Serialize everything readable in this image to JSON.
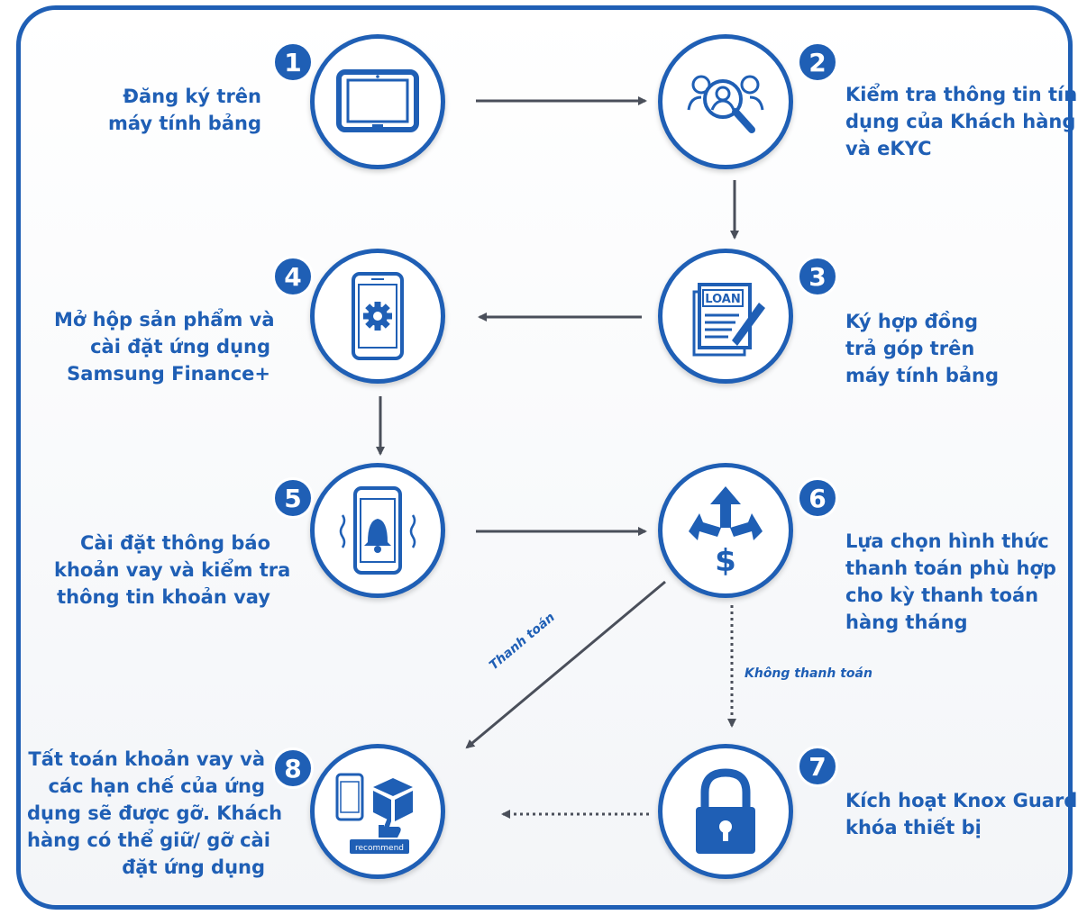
{
  "colors": {
    "brand": "#1f5fb5",
    "arrow": "#4a4f5a"
  },
  "steps": [
    {
      "number": "1",
      "icon": "tablet-icon",
      "label_lines": [
        "Đăng ký trên",
        "máy tính bảng"
      ]
    },
    {
      "number": "2",
      "icon": "people-search-icon",
      "label_lines": [
        "Kiểm tra thông tin tín",
        "dụng của Khách hàng",
        "và eKYC"
      ]
    },
    {
      "number": "3",
      "icon": "loan-document-icon",
      "icon_text": "LOAN",
      "label_lines": [
        "Ký hợp đồng",
        "trả góp trên",
        "máy tính bảng"
      ]
    },
    {
      "number": "4",
      "icon": "phone-gear-icon",
      "label_lines": [
        "Mở hộp sản phẩm và",
        "cài đặt ứng dụng",
        "Samsung Finance+"
      ]
    },
    {
      "number": "5",
      "icon": "phone-bell-icon",
      "label_lines": [
        "Cài đặt thông báo",
        "khoản vay và kiểm tra",
        "thông tin khoản vay"
      ]
    },
    {
      "number": "6",
      "icon": "payment-options-icon",
      "label_lines": [
        "Lựa chọn hình thức",
        "thanh toán phù hợp",
        "cho kỳ thanh toán",
        "hàng tháng"
      ]
    },
    {
      "number": "7",
      "icon": "padlock-icon",
      "label_lines": [
        "Kích hoạt Knox Guard",
        "khóa thiết bị"
      ]
    },
    {
      "number": "8",
      "icon": "unbox-recommend-icon",
      "icon_text": "recommend",
      "label_lines": [
        "Tất toán khoản vay và",
        "các hạn chế của ứng",
        "dụng sẽ được gỡ. Khách",
        "hàng có thể giữ/ gỡ cài",
        "đặt ứng dụng"
      ]
    }
  ],
  "edges": [
    {
      "from": "1",
      "to": "2",
      "style": "solid"
    },
    {
      "from": "2",
      "to": "3",
      "style": "solid"
    },
    {
      "from": "3",
      "to": "4",
      "style": "solid"
    },
    {
      "from": "4",
      "to": "5",
      "style": "solid"
    },
    {
      "from": "5",
      "to": "6",
      "style": "solid"
    },
    {
      "from": "6",
      "to": "8",
      "style": "solid",
      "label": "Thanh toán"
    },
    {
      "from": "6",
      "to": "7",
      "style": "dotted",
      "label": "Không thanh toán"
    },
    {
      "from": "7",
      "to": "8",
      "style": "dotted"
    }
  ]
}
